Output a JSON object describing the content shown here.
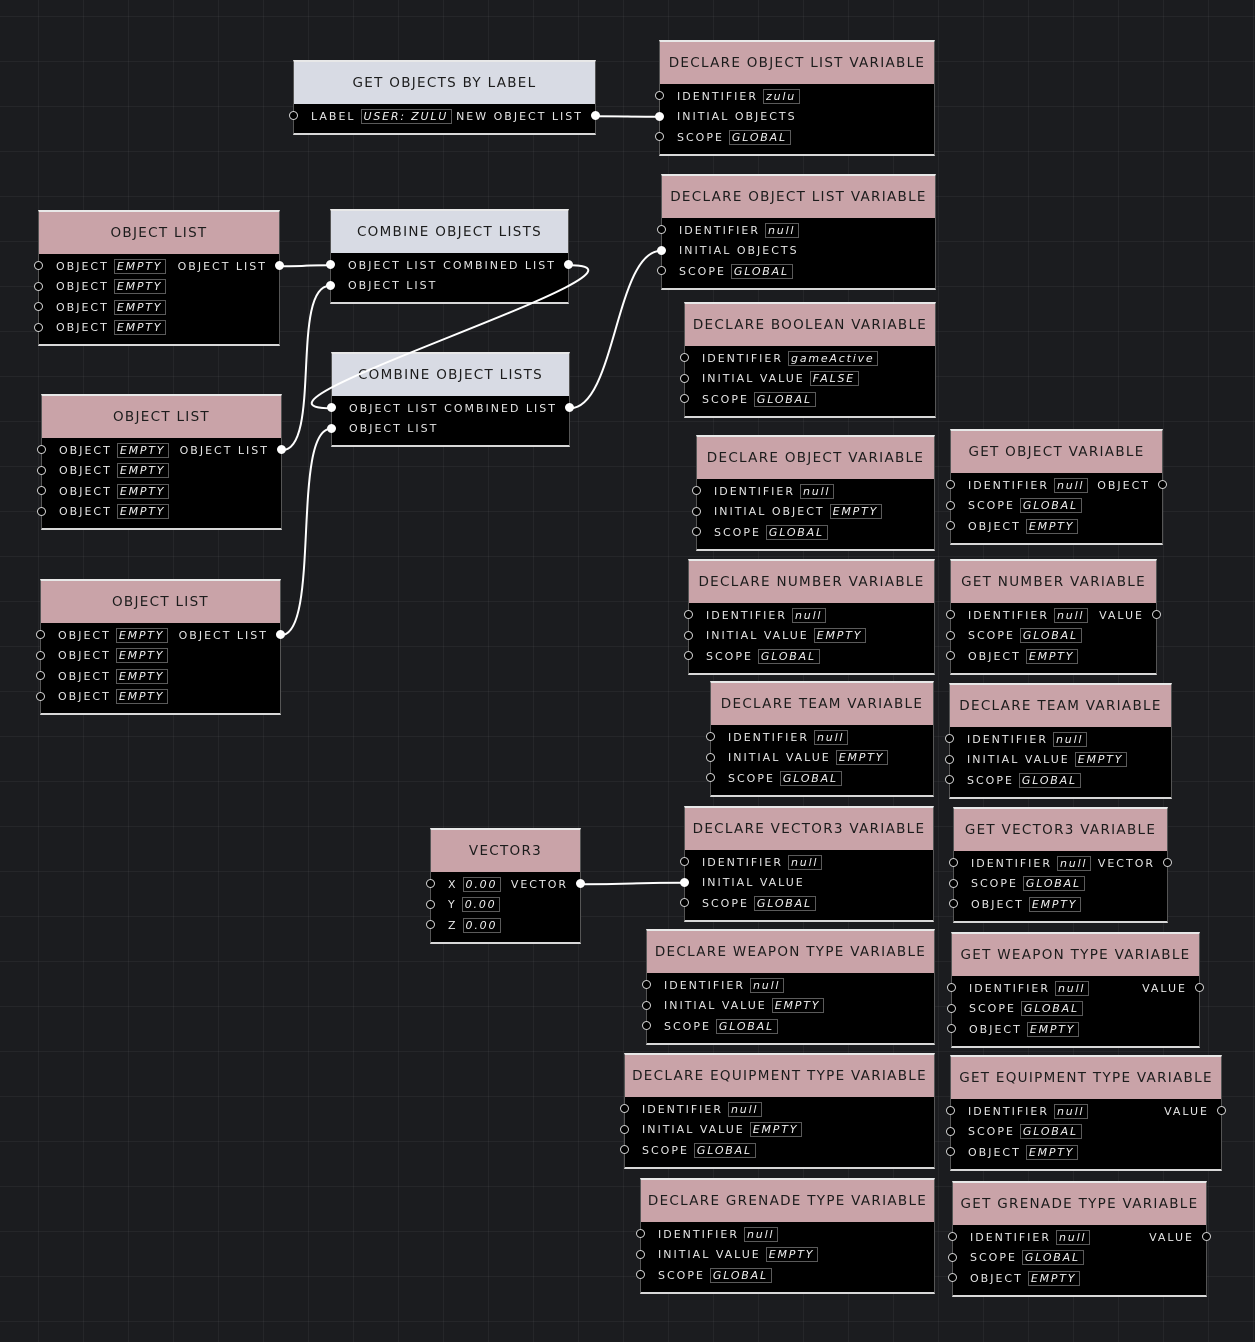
{
  "nodes": [
    {
      "id": "get-objects-by-label",
      "title": "GET OBJECTS BY LABEL",
      "theme": "light",
      "rows": [
        {
          "label": "LABEL",
          "value": "USER: ZULU",
          "output": "NEW OBJECT LIST",
          "out_connected": true
        }
      ]
    },
    {
      "id": "declare-object-list-variable-1",
      "title": "DECLARE OBJECT LIST VARIABLE",
      "theme": "pink",
      "rows": [
        {
          "label": "IDENTIFIER",
          "value": "zulu"
        },
        {
          "label": "INITIAL OBJECTS",
          "in_connected": true
        },
        {
          "label": "SCOPE",
          "value": "GLOBAL"
        }
      ]
    },
    {
      "id": "object-list-1",
      "title": "OBJECT LIST",
      "theme": "pink",
      "rows": [
        {
          "label": "OBJECT",
          "value": "EMPTY",
          "output": "OBJECT LIST",
          "out_connected": true
        },
        {
          "label": "OBJECT",
          "value": "EMPTY"
        },
        {
          "label": "OBJECT",
          "value": "EMPTY"
        },
        {
          "label": "OBJECT",
          "value": "EMPTY"
        }
      ]
    },
    {
      "id": "combine-object-lists-1",
      "title": "COMBINE OBJECT LISTS",
      "theme": "light",
      "rows": [
        {
          "label": "OBJECT LIST",
          "in_connected": true,
          "output": "COMBINED LIST",
          "out_connected": true
        },
        {
          "label": "OBJECT LIST",
          "in_connected": true
        }
      ]
    },
    {
      "id": "declare-object-list-variable-2",
      "title": "DECLARE OBJECT LIST VARIABLE",
      "theme": "pink",
      "rows": [
        {
          "label": "IDENTIFIER",
          "value": "null"
        },
        {
          "label": "INITIAL OBJECTS",
          "in_connected": true
        },
        {
          "label": "SCOPE",
          "value": "GLOBAL"
        }
      ]
    },
    {
      "id": "declare-boolean-variable",
      "title": "DECLARE BOOLEAN VARIABLE",
      "theme": "pink",
      "rows": [
        {
          "label": "IDENTIFIER",
          "value": "gameActive"
        },
        {
          "label": "INITIAL VALUE",
          "value": "FALSE"
        },
        {
          "label": "SCOPE",
          "value": "GLOBAL"
        }
      ]
    },
    {
      "id": "combine-object-lists-2",
      "title": "COMBINE OBJECT LISTS",
      "theme": "light",
      "rows": [
        {
          "label": "OBJECT LIST",
          "in_connected": true,
          "output": "COMBINED LIST",
          "out_connected": true
        },
        {
          "label": "OBJECT LIST",
          "in_connected": true
        }
      ]
    },
    {
      "id": "object-list-2",
      "title": "OBJECT LIST",
      "theme": "pink",
      "rows": [
        {
          "label": "OBJECT",
          "value": "EMPTY",
          "output": "OBJECT LIST",
          "out_connected": true
        },
        {
          "label": "OBJECT",
          "value": "EMPTY"
        },
        {
          "label": "OBJECT",
          "value": "EMPTY"
        },
        {
          "label": "OBJECT",
          "value": "EMPTY"
        }
      ]
    },
    {
      "id": "declare-object-variable",
      "title": "DECLARE OBJECT VARIABLE",
      "theme": "pink",
      "rows": [
        {
          "label": "IDENTIFIER",
          "value": "null"
        },
        {
          "label": "INITIAL OBJECT",
          "value": "EMPTY"
        },
        {
          "label": "SCOPE",
          "value": "GLOBAL"
        }
      ]
    },
    {
      "id": "get-object-variable",
      "title": "GET OBJECT VARIABLE",
      "theme": "pink",
      "rows": [
        {
          "label": "IDENTIFIER",
          "value": "null",
          "output": "OBJECT"
        },
        {
          "label": "SCOPE",
          "value": "GLOBAL"
        },
        {
          "label": "OBJECT",
          "value": "EMPTY"
        }
      ]
    },
    {
      "id": "object-list-3",
      "title": "OBJECT LIST",
      "theme": "pink",
      "rows": [
        {
          "label": "OBJECT",
          "value": "EMPTY",
          "output": "OBJECT LIST",
          "out_connected": true
        },
        {
          "label": "OBJECT",
          "value": "EMPTY"
        },
        {
          "label": "OBJECT",
          "value": "EMPTY"
        },
        {
          "label": "OBJECT",
          "value": "EMPTY"
        }
      ]
    },
    {
      "id": "declare-number-variable",
      "title": "DECLARE NUMBER VARIABLE",
      "theme": "pink",
      "rows": [
        {
          "label": "IDENTIFIER",
          "value": "null"
        },
        {
          "label": "INITIAL VALUE",
          "value": "EMPTY"
        },
        {
          "label": "SCOPE",
          "value": "GLOBAL"
        }
      ]
    },
    {
      "id": "get-number-variable",
      "title": "GET NUMBER VARIABLE",
      "theme": "pink",
      "rows": [
        {
          "label": "IDENTIFIER",
          "value": "null",
          "output": "VALUE"
        },
        {
          "label": "SCOPE",
          "value": "GLOBAL"
        },
        {
          "label": "OBJECT",
          "value": "EMPTY"
        }
      ]
    },
    {
      "id": "declare-team-variable-1",
      "title": "DECLARE TEAM VARIABLE",
      "theme": "pink",
      "rows": [
        {
          "label": "IDENTIFIER",
          "value": "null"
        },
        {
          "label": "INITIAL VALUE",
          "value": "EMPTY"
        },
        {
          "label": "SCOPE",
          "value": "GLOBAL"
        }
      ]
    },
    {
      "id": "declare-team-variable-2",
      "title": "DECLARE TEAM VARIABLE",
      "theme": "pink",
      "rows": [
        {
          "label": "IDENTIFIER",
          "value": "null"
        },
        {
          "label": "INITIAL VALUE",
          "value": "EMPTY"
        },
        {
          "label": "SCOPE",
          "value": "GLOBAL"
        }
      ]
    },
    {
      "id": "vector3",
      "title": "VECTOR3",
      "theme": "pink",
      "rows": [
        {
          "label": "X",
          "value": "0.00",
          "output": "VECTOR",
          "out_connected": true
        },
        {
          "label": "Y",
          "value": "0.00"
        },
        {
          "label": "Z",
          "value": "0.00"
        }
      ]
    },
    {
      "id": "declare-vector3-variable",
      "title": "DECLARE VECTOR3 VARIABLE",
      "theme": "pink",
      "rows": [
        {
          "label": "IDENTIFIER",
          "value": "null"
        },
        {
          "label": "INITIAL VALUE",
          "in_connected": true
        },
        {
          "label": "SCOPE",
          "value": "GLOBAL"
        }
      ]
    },
    {
      "id": "get-vector3-variable",
      "title": "GET VECTOR3 VARIABLE",
      "theme": "pink",
      "rows": [
        {
          "label": "IDENTIFIER",
          "value": "null",
          "output": "VECTOR"
        },
        {
          "label": "SCOPE",
          "value": "GLOBAL"
        },
        {
          "label": "OBJECT",
          "value": "EMPTY"
        }
      ]
    },
    {
      "id": "declare-weapon-type-variable",
      "title": "DECLARE WEAPON TYPE VARIABLE",
      "theme": "pink",
      "rows": [
        {
          "label": "IDENTIFIER",
          "value": "null"
        },
        {
          "label": "INITIAL VALUE",
          "value": "EMPTY"
        },
        {
          "label": "SCOPE",
          "value": "GLOBAL"
        }
      ]
    },
    {
      "id": "get-weapon-type-variable",
      "title": "GET WEAPON TYPE VARIABLE",
      "theme": "pink",
      "rows": [
        {
          "label": "IDENTIFIER",
          "value": "null",
          "output": "VALUE"
        },
        {
          "label": "SCOPE",
          "value": "GLOBAL"
        },
        {
          "label": "OBJECT",
          "value": "EMPTY"
        }
      ]
    },
    {
      "id": "declare-equipment-type-variable",
      "title": "DECLARE EQUIPMENT TYPE VARIABLE",
      "theme": "pink",
      "rows": [
        {
          "label": "IDENTIFIER",
          "value": "null"
        },
        {
          "label": "INITIAL VALUE",
          "value": "EMPTY"
        },
        {
          "label": "SCOPE",
          "value": "GLOBAL"
        }
      ]
    },
    {
      "id": "get-equipment-type-variable",
      "title": "GET EQUIPMENT TYPE VARIABLE",
      "theme": "pink",
      "rows": [
        {
          "label": "IDENTIFIER",
          "value": "null",
          "output": "VALUE"
        },
        {
          "label": "SCOPE",
          "value": "GLOBAL"
        },
        {
          "label": "OBJECT",
          "value": "EMPTY"
        }
      ]
    },
    {
      "id": "declare-grenade-type-variable",
      "title": "DECLARE GRENADE TYPE VARIABLE",
      "theme": "pink",
      "rows": [
        {
          "label": "IDENTIFIER",
          "value": "null"
        },
        {
          "label": "INITIAL VALUE",
          "value": "EMPTY"
        },
        {
          "label": "SCOPE",
          "value": "GLOBAL"
        }
      ]
    },
    {
      "id": "get-grenade-type-variable",
      "title": "GET GRENADE TYPE VARIABLE",
      "theme": "pink",
      "rows": [
        {
          "label": "IDENTIFIER",
          "value": "null",
          "output": "VALUE"
        },
        {
          "label": "SCOPE",
          "value": "GLOBAL"
        },
        {
          "label": "OBJECT",
          "value": "EMPTY"
        }
      ]
    }
  ],
  "connections": [
    {
      "from": "get-objects-by-label",
      "from_row": 0,
      "to": "declare-object-list-variable-1",
      "to_row": 1
    },
    {
      "from": "object-list-1",
      "from_row": 0,
      "to": "combine-object-lists-1",
      "to_row": 0
    },
    {
      "from": "object-list-2",
      "from_row": 0,
      "to": "combine-object-lists-1",
      "to_row": 1
    },
    {
      "from": "combine-object-lists-1",
      "from_row": 0,
      "to": "combine-object-lists-2",
      "to_row": 0
    },
    {
      "from": "object-list-3",
      "from_row": 0,
      "to": "combine-object-lists-2",
      "to_row": 1
    },
    {
      "from": "combine-object-lists-2",
      "from_row": 0,
      "to": "declare-object-list-variable-2",
      "to_row": 1
    },
    {
      "from": "vector3",
      "from_row": 0,
      "to": "declare-vector3-variable",
      "to_row": 1
    }
  ],
  "colors": {
    "header_pink": "#c9a3a8",
    "header_light": "#d8dbe4",
    "canvas": "#1b1c1f",
    "wire": "#ffffff"
  }
}
